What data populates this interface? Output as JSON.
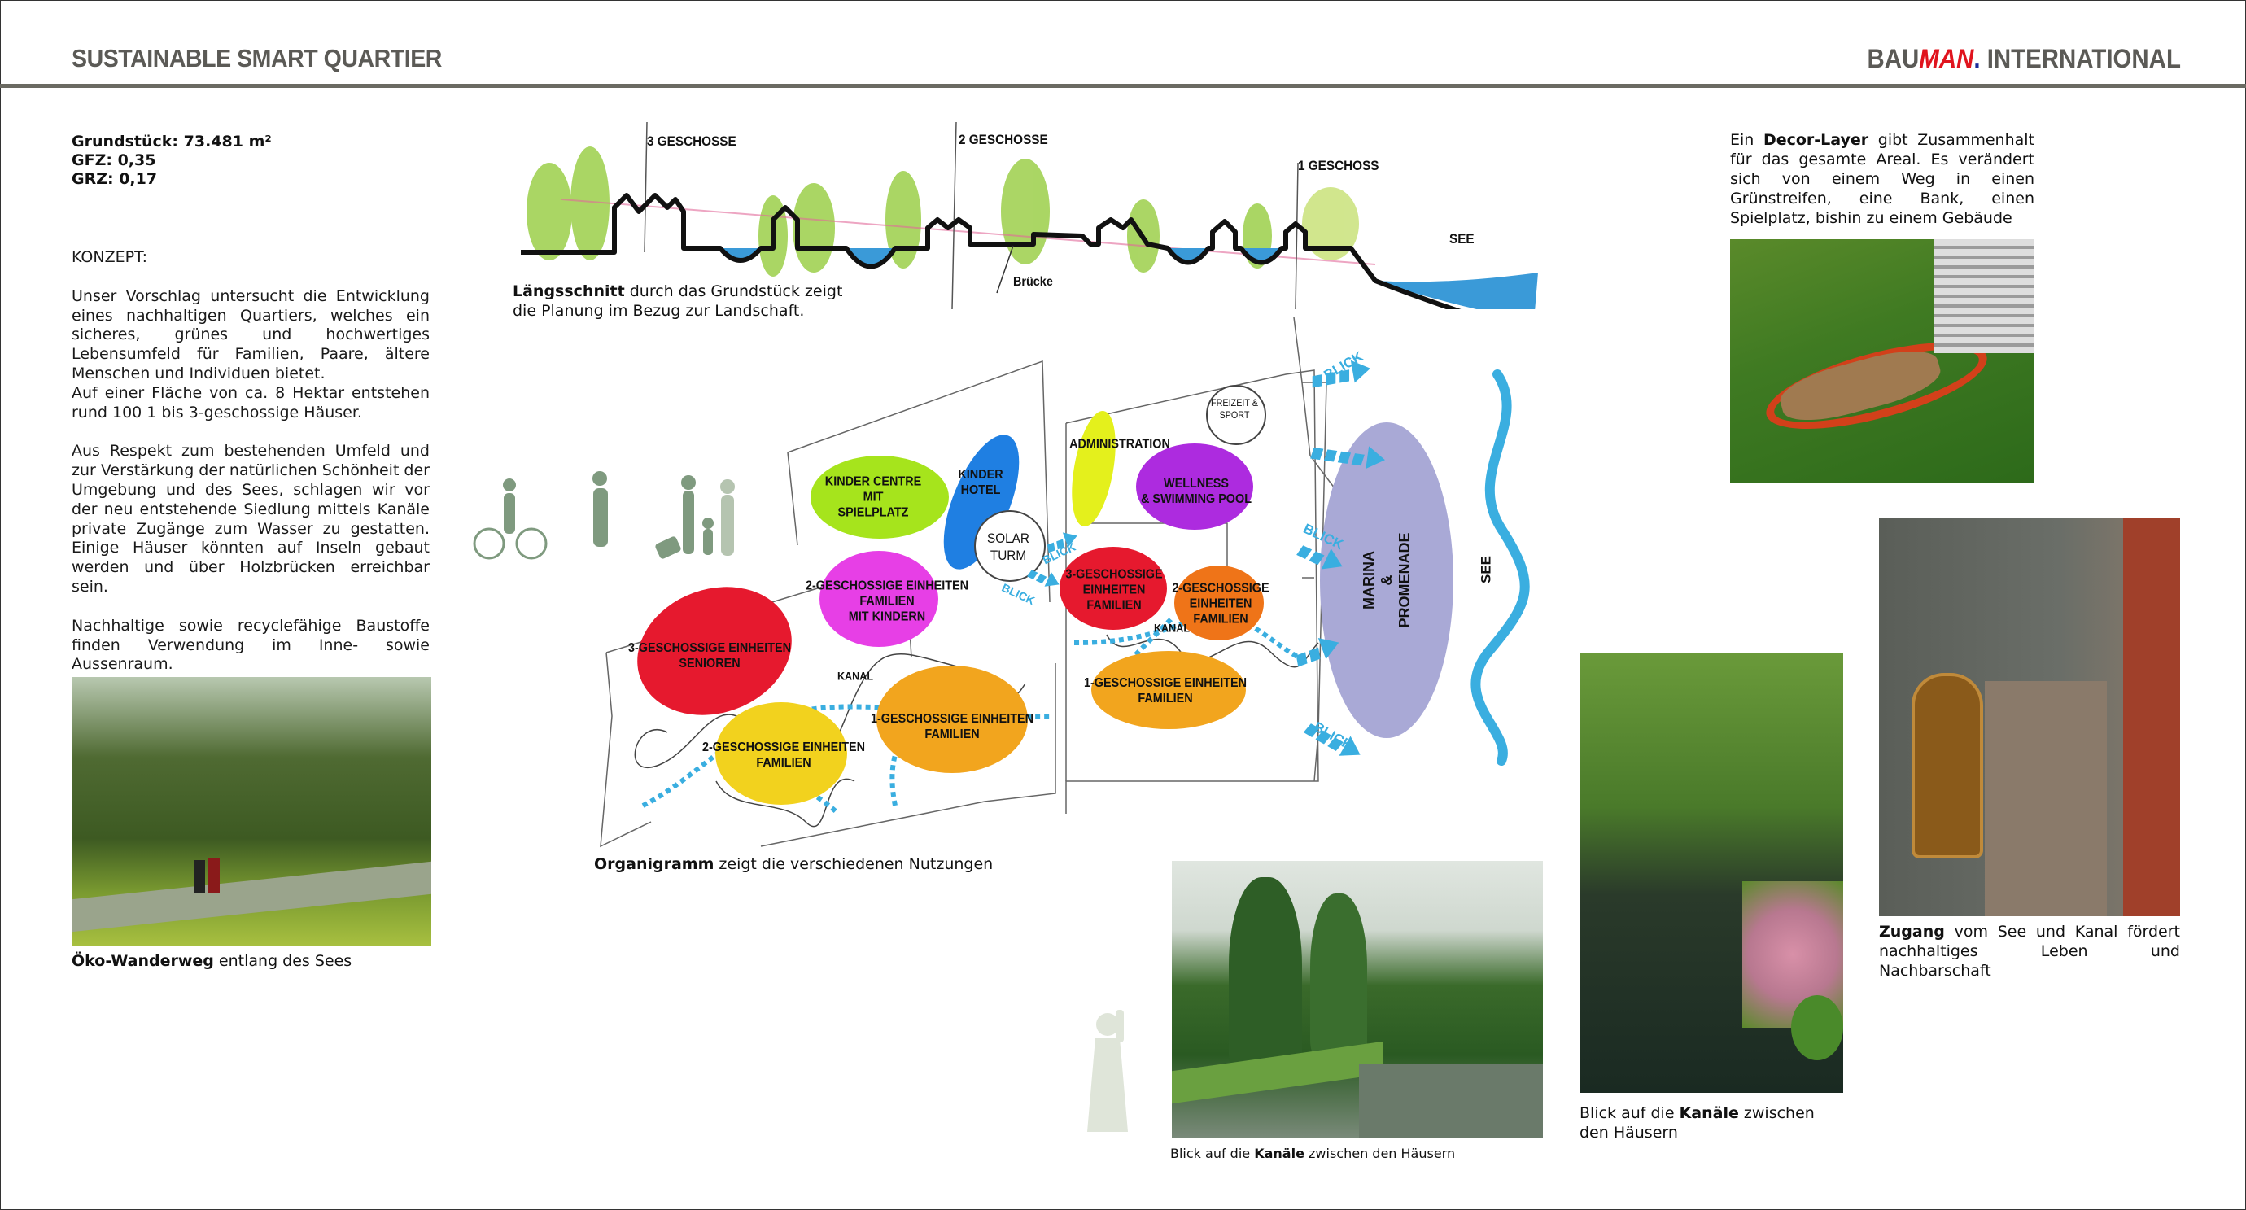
{
  "header": {
    "title": "SUSTAINABLE SMART QUARTIER",
    "logo_part1": "BAU",
    "logo_part2": "MAN",
    "logo_dot": ".",
    "logo_part3": " INTERNATIONAL"
  },
  "facts": {
    "grundstueck": "Grundstück: 73.481 m²",
    "gfz": "GFZ: 0,35",
    "grz": "GRZ: 0,17"
  },
  "konzept": {
    "heading": "KONZEPT:",
    "p1": "Unser Vorschlag untersucht die Entwicklung eines nachhaltigen Quartiers, welches ein sicheres, grünes und hochwertiges Lebensumfeld für Familien, Paare, ältere Menschen und Individuen bietet.",
    "p1b": "Auf einer Fläche von ca. 8 Hektar entstehen rund 100 1 bis 3-geschossige Häuser.",
    "p2": "Aus Respekt zum bestehenden Umfeld und zur Verstärkung der natürlichen Schönheit der Umgebung und des Sees, schlagen wir vor der neu entstehende Siedlung mittels Kanäle private Zugänge zum Wasser zu gestatten. Einige Häuser könnten auf Inseln gebaut werden und über Holzbrücken erreichbar sein.",
    "p3": "Nachhaltige sowie recyclefähige Baustoffe finden Verwendung im Inne- sowie Aussenraum."
  },
  "captions": {
    "oeko_bold": "Öko-Wanderweg",
    "oeko_rest": " entlang des Sees",
    "schnitt_bold": "Längsschnitt",
    "schnitt_rest": " durch das Grundstück zeigt die Planung im Bezug zur Landschaft.",
    "organigramm_bold": "Organigramm",
    "organigramm_rest": " zeigt die verschiedenen Nutzungen",
    "decor_pre": "Ein ",
    "decor_bold": "Decor-Layer",
    "decor_rest": " gibt Zusammenhalt für das gesamte Areal.  Es verändert sich von einem Weg in einen Grünstreifen, eine Bank, einen Spielplatz, bishin zu einem Gebäude",
    "zugang_bold": "Zugang",
    "zugang_rest": " vom See und Kanal fördert nachhaltiges Leben und Nachbarschaft",
    "kanal1_pre": "Blick auf die ",
    "kanal1_bold": "Kanäle",
    "kanal1_rest": " zwischen den Häusern",
    "kanal2_pre": "Blick auf die ",
    "kanal2_bold": "Kanäle",
    "kanal2_rest": " zwischen den Häusern"
  },
  "section": {
    "label_3": "3 GESCHOSSE",
    "label_2": "2 GESCHOSSE",
    "label_1": "1 GESCHOSS",
    "see": "SEE",
    "bruecke": "Brücke"
  },
  "organigram": {
    "kinder_centre": [
      "KINDER CENTRE",
      "MIT",
      "SPIELPLATZ"
    ],
    "kinder_hotel": [
      "KINDER",
      "HOTEL"
    ],
    "administration": "ADMINISTRATION",
    "wellness": [
      "WELLNESS",
      "& SWIMMING POOL"
    ],
    "freizeit": [
      "FREIZEIT &",
      "SPORT"
    ],
    "solar": [
      "SOLAR",
      "TURM"
    ],
    "familien_kinder": [
      "2-GESCHOSSIGE EINHEITEN",
      "FAMILIEN",
      "MIT KINDERN"
    ],
    "senioren": [
      "3-GESCHOSSIGE EINHEITEN",
      "SENIOREN"
    ],
    "zwei_fam": [
      "2-GESCHOSSIGE EINHEITEN",
      "FAMILIEN"
    ],
    "eins_fam": [
      "1-GESCHOSSIGE EINHEITEN",
      "FAMILIEN"
    ],
    "drei_fam_r": [
      "3-GESCHOSSIGE",
      "EINHEITEN",
      "FAMILIEN"
    ],
    "zwei_fam_r": [
      "2-GESCHOSSIGE",
      "EINHEITEN",
      "FAMILIEN"
    ],
    "eins_fam_r": [
      "1-GESCHOSSIGE EINHEITEN",
      "FAMILIEN"
    ],
    "kanal": "KANAL",
    "marina": [
      "MARINA",
      "&",
      "PROMENADE"
    ],
    "see": "SEE",
    "blick": "BLICK"
  },
  "colors": {
    "green": "#a6e41c",
    "blue": "#1f7fe2",
    "yellow_admin": "#e4f01c",
    "purple": "#ad2bdf",
    "magenta": "#e73fe6",
    "red": "#e6192e",
    "yellow": "#f2d21e",
    "orange": "#f2a51e",
    "dark_orange": "#ef7418",
    "lavender": "#a9a9d6",
    "water": "#3aaee0"
  }
}
